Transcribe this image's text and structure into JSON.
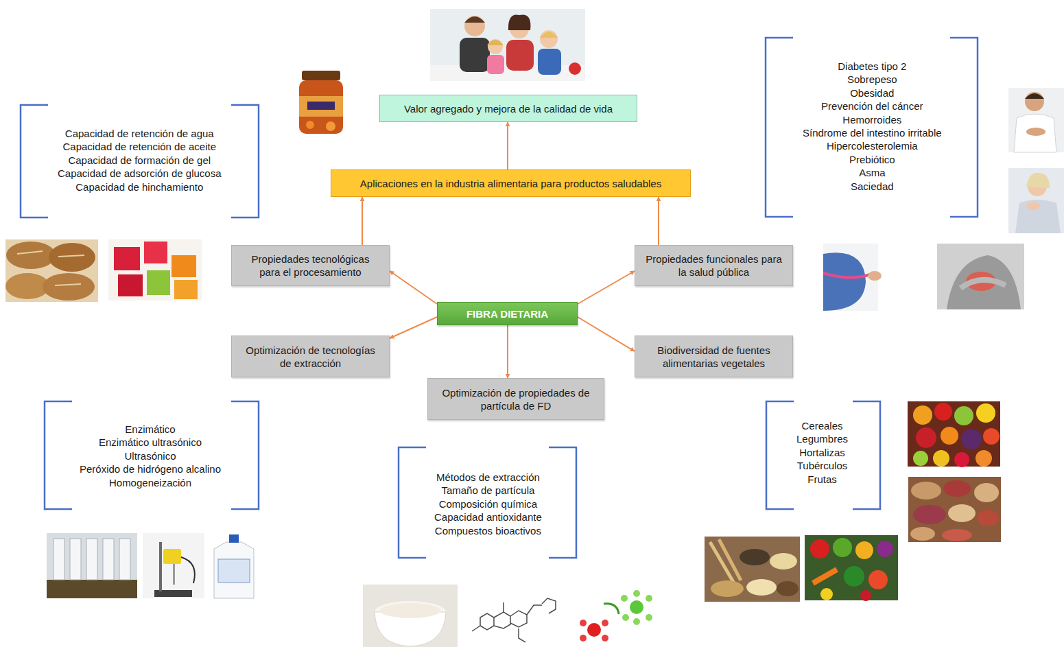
{
  "diagram": {
    "nodes": [
      {
        "text": [
          "Valor agregado y mejora de la calidad de vida"
        ]
      },
      {
        "text": [
          "Aplicaciones en la industria alimentaria para productos saludables"
        ]
      },
      {
        "text": [
          "Propiedades tecnológicas para el procesamiento"
        ]
      },
      {
        "text": [
          "Propiedades funcionales para la salud pública"
        ]
      },
      {
        "text": [
          "FIBRA DIETARIA"
        ]
      },
      {
        "text": [
          "Optimización de tecnologías de extracción"
        ]
      },
      {
        "text": [
          "Biodiversidad de fuentes alimentarias vegetales"
        ]
      },
      {
        "text": [
          "Optimización de propiedades de partícula de FD"
        ]
      }
    ],
    "edges": [
      {
        "from": 4,
        "to": 2,
        "arrow": "to"
      },
      {
        "from": 4,
        "to": 3,
        "arrow": "to"
      },
      {
        "from": 4,
        "to": 5,
        "arrow": "to"
      },
      {
        "from": 4,
        "to": 6,
        "arrow": "to"
      },
      {
        "from": 4,
        "to": 7,
        "arrow": "to"
      },
      {
        "from": 2,
        "to": 1,
        "arrow": "to"
      },
      {
        "from": 3,
        "to": 1,
        "arrow": "to"
      },
      {
        "from": 1,
        "to": 0,
        "arrow": "to"
      }
    ],
    "labels": [
      "Capacidad de retención de agua",
      "Capacidad de retención de aceite",
      "Capacidad de formación de gel",
      "Capacidad de adsorción de glucosa",
      "Capacidad de hinchamiento",
      "Diabetes tipo 2",
      "Sobrepeso",
      "Obesidad",
      "Prevención del cáncer",
      "Hemorroides",
      "Síndrome del intestino irritable",
      "Hipercolesterolemia",
      "Prebiótico",
      "Asma",
      "Saciedad",
      "Enzimático",
      "Enzimático ultrasónico",
      "Ultrasónico",
      "Peróxido de hidrógeno alcalino",
      "Homogeneización",
      "Métodos de extracción",
      "Tamaño de partícula",
      "Composición química",
      "Capacidad antioxidante",
      "Compuestos bioactivos",
      "Cereales",
      "Legumbres",
      "Hortalizas",
      "Tubérculos",
      "Frutas"
    ]
  }
}
